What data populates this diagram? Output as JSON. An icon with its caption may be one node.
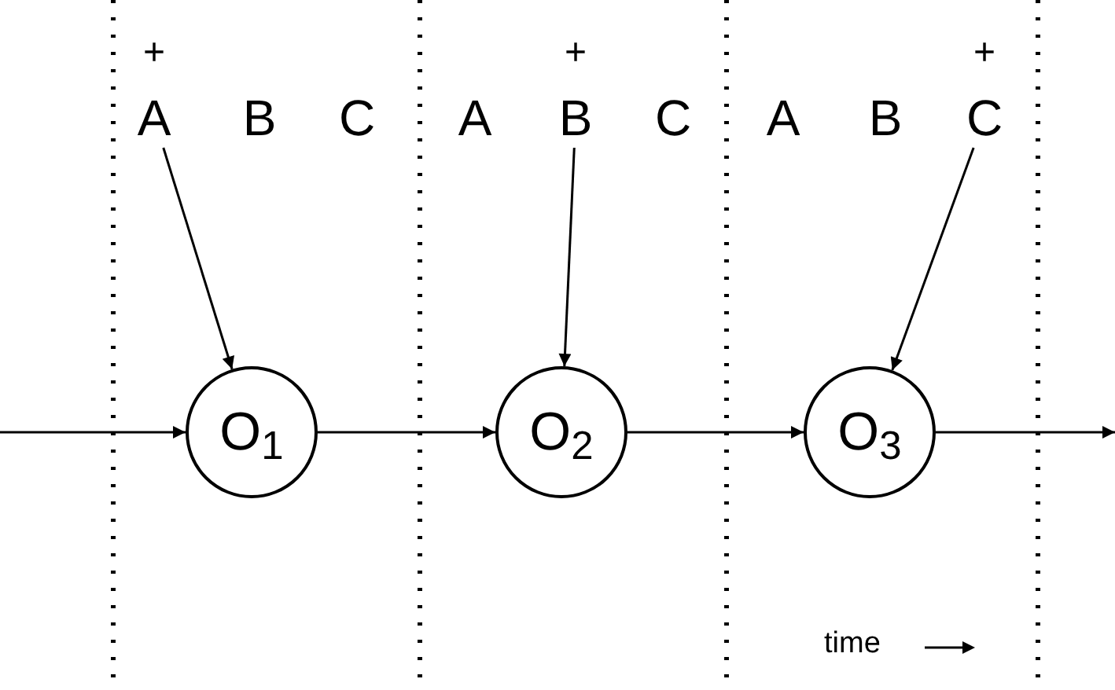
{
  "diagram": {
    "nodes": [
      {
        "text": [
          "A"
        ],
        "beside": [
          "+"
        ]
      },
      {
        "text": [
          "B"
        ]
      },
      {
        "text": [
          "C"
        ]
      },
      {
        "text": [
          "A"
        ]
      },
      {
        "text": [
          "B"
        ],
        "beside": [
          "+"
        ]
      },
      {
        "text": [
          "C"
        ]
      },
      {
        "text": [
          "A"
        ]
      },
      {
        "text": [
          "B"
        ]
      },
      {
        "text": [
          "C"
        ],
        "beside": [
          "+"
        ]
      },
      {
        "text": [
          "O$_{1}$"
        ]
      },
      {
        "text": [
          "O$_{2}$"
        ]
      },
      {
        "text": [
          "O$_{3}$"
        ]
      }
    ],
    "edges": [
      {
        "from": null,
        "to": 9,
        "arrow": "to"
      },
      {
        "from": 9,
        "to": 10,
        "arrow": "to"
      },
      {
        "from": 10,
        "to": 11,
        "arrow": "to"
      },
      {
        "from": 11,
        "to": null,
        "arrow": "to"
      },
      {
        "from": 0,
        "to": 9,
        "arrow": "to"
      },
      {
        "from": 4,
        "to": 10,
        "arrow": "to"
      },
      {
        "from": 8,
        "to": 11,
        "arrow": "to"
      }
    ],
    "labels": [
      "time"
    ]
  }
}
